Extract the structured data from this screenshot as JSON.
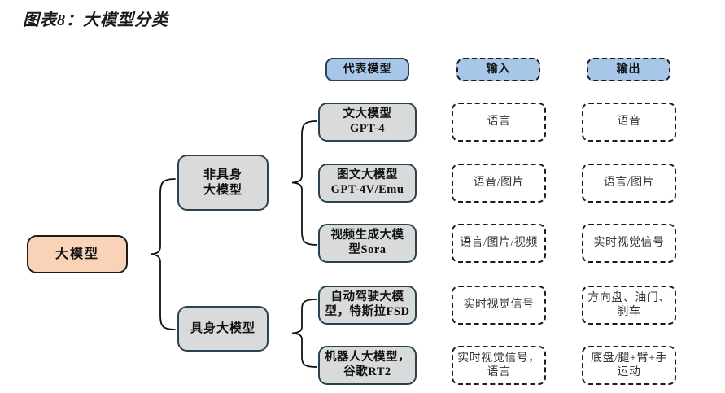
{
  "title": "图表8：大模型分类",
  "colors": {
    "root_fill": "#f8d3b8",
    "node_fill": "#d9dbdb",
    "header_fill": "#a8c6e8",
    "border_dark": "#2b4350",
    "divider": "#b59a68"
  },
  "headers": {
    "models": "代表模型",
    "input": "输入",
    "output": "输出"
  },
  "root": {
    "label": "大模型"
  },
  "categories": [
    {
      "label_line1": "非具身",
      "label_line2": "大模型"
    },
    {
      "label_line1": "具身大模型",
      "label_line2": ""
    }
  ],
  "rows": [
    {
      "model_line1": "文大模型",
      "model_line2": "GPT-4",
      "input": "语言",
      "input_line2": "",
      "output": "语音",
      "output_line2": ""
    },
    {
      "model_line1": "图文大模型",
      "model_line2": "GPT-4V/Emu",
      "input": "语音/图片",
      "input_line2": "",
      "output": "语言/图片",
      "output_line2": ""
    },
    {
      "model_line1": "视频生成大模",
      "model_line2": "型Sora",
      "input": "语言/图片/视频",
      "input_line2": "",
      "output": "实时视觉信号",
      "output_line2": ""
    },
    {
      "model_line1": "自动驾驶大模",
      "model_line2": "型，特斯拉FSD",
      "input": "实时视觉信号",
      "input_line2": "",
      "output": "方向盘、油门、",
      "output_line2": "刹车"
    },
    {
      "model_line1": "机器人大模型，",
      "model_line2": "谷歌RT2",
      "input": "实时视觉信号，",
      "input_line2": "语言",
      "output": "底盘/腿+臂+手",
      "output_line2": "运动"
    }
  ]
}
